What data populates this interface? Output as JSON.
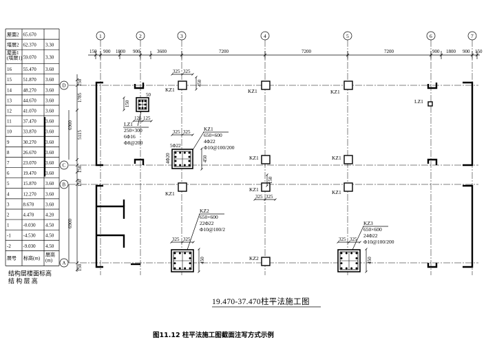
{
  "table": {
    "rows": [
      {
        "floor": "屋面2",
        "elev": "65.670",
        "height": ""
      },
      {
        "floor": "塔层2",
        "elev": "62.370",
        "height": "3.30"
      },
      {
        "floor": "屋面1\n(塔层1)",
        "elev": "59.070",
        "height": "3.30"
      },
      {
        "floor": "16",
        "elev": "55.470",
        "height": "3.60"
      },
      {
        "floor": "15",
        "elev": "51.870",
        "height": "3.60"
      },
      {
        "floor": "14",
        "elev": "48.270",
        "height": "3.60"
      },
      {
        "floor": "13",
        "elev": "44.670",
        "height": "3.60"
      },
      {
        "floor": "12",
        "elev": "41.070",
        "height": "3.60"
      },
      {
        "floor": "11",
        "elev": "37.470",
        "height": "3.60"
      },
      {
        "floor": "10",
        "elev": "33.870",
        "height": "3.60"
      },
      {
        "floor": "9",
        "elev": "30.270",
        "height": "3.60"
      },
      {
        "floor": "8",
        "elev": "26.670",
        "height": "3.60"
      },
      {
        "floor": "7",
        "elev": "23.070",
        "height": "3.60"
      },
      {
        "floor": "6",
        "elev": "19.470",
        "height": "3.60"
      },
      {
        "floor": "5",
        "elev": "15.870",
        "height": "3.60"
      },
      {
        "floor": "4",
        "elev": "12.270",
        "height": "3.60"
      },
      {
        "floor": "3",
        "elev": "8.670",
        "height": "3.60"
      },
      {
        "floor": "2",
        "elev": "4.470",
        "height": "4.20"
      },
      {
        "floor": "1",
        "elev": "-0.030",
        "height": "4.50"
      },
      {
        "floor": "-1",
        "elev": "-4.530",
        "height": "4.50"
      },
      {
        "floor": "-2",
        "elev": "-9.030",
        "height": "4.50"
      }
    ],
    "header": {
      "floor": "层号",
      "elev": "标高(m)",
      "height": "层高\n(m)"
    },
    "footer_line1": "结构层楼面标高",
    "footer_line2": "结 构 层 高"
  },
  "axes": {
    "columns": [
      "1",
      "2",
      "3",
      "4",
      "5",
      "6",
      "7"
    ],
    "rows": [
      "D",
      "C",
      "B",
      "A"
    ],
    "top_dims": [
      "150",
      "900",
      "1800",
      "900",
      "3600",
      "7200",
      "7200",
      "7200",
      "900",
      "1800",
      "900",
      "150"
    ],
    "left_dims": [
      "150",
      "1785",
      "5115",
      "6900",
      "150",
      "150",
      "6900",
      "150"
    ]
  },
  "labels": {
    "kz1": "KZ1",
    "kz2": "KZ2",
    "kz3": "KZ3",
    "lz1": "LZ1",
    "d325a": "325",
    "d325b": "325",
    "d450": "450",
    "d150a": "150",
    "d150b": "150",
    "d125a": "125",
    "d125b": "125",
    "d50": "50",
    "d5022": "5Φ22",
    "d4_20": "4Φ20"
  },
  "callouts": {
    "lz1_lines": [
      "LZ1",
      "250×300",
      "6Φ16",
      "Φ8@200"
    ],
    "kz1_lines": [
      "KZ1",
      "650×600",
      "4Φ22",
      "Φ10@100/200"
    ],
    "kz2_lines": [
      "KZ2",
      "650×600",
      "22Φ22",
      "Φ10@100/2"
    ],
    "kz3_lines": [
      "KZ3",
      "650×600",
      "24Φ22",
      "Φ10@100/200"
    ]
  },
  "title": "19.470-37.470柱平法施工图",
  "caption": "图11.12   柱平法施工图截面注写方式示例"
}
